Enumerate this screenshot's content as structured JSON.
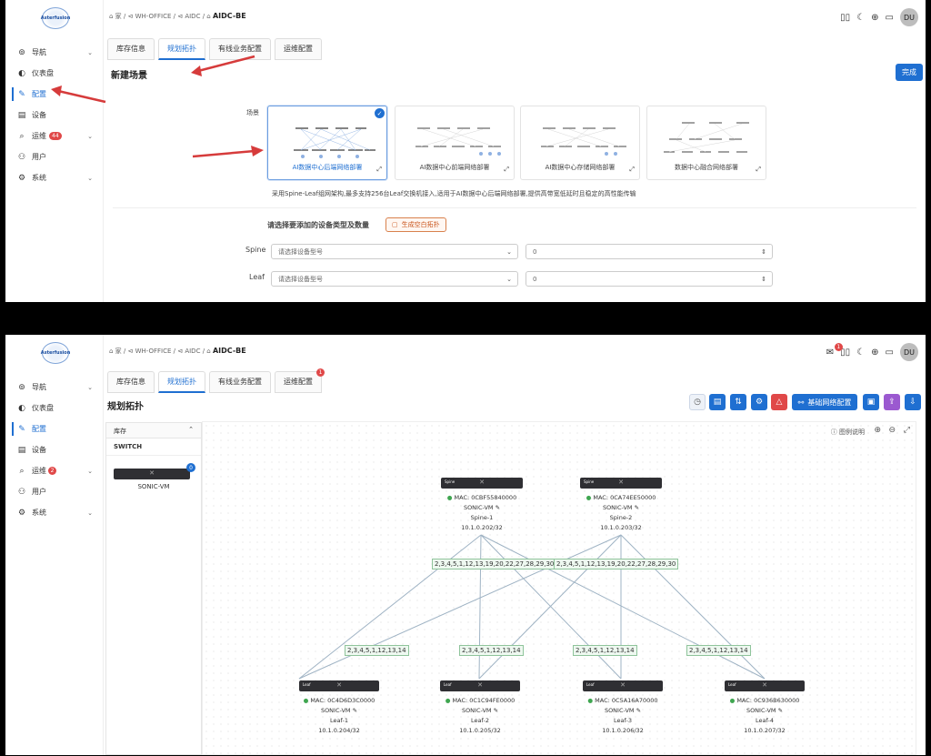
{
  "app": {
    "logo_text": "Asterfusion",
    "avatar": "DU"
  },
  "breadcrumb": {
    "home": "⌂ 家",
    "sep": " / ",
    "l1": "⊲ WH-OFFICE",
    "l2": "⊲ AIDC",
    "current": "AIDC-BE"
  },
  "nav": [
    {
      "label": "导航",
      "icon": "⊚",
      "chev": true
    },
    {
      "label": "仪表盘",
      "icon": "◐",
      "chev": false
    },
    {
      "label": "配置",
      "icon": "✎",
      "chev": false,
      "active": true
    },
    {
      "label": "设备",
      "icon": "▤",
      "chev": false
    },
    {
      "label": "运维",
      "icon": "⌕",
      "chev": true,
      "badge": "44",
      "badge2": "2"
    },
    {
      "label": "用户",
      "icon": "⚇",
      "chev": false
    },
    {
      "label": "系统",
      "icon": "⚙",
      "chev": true
    }
  ],
  "tabs": [
    "库存信息",
    "规划拓扑",
    "有线业务配置",
    "运维配置"
  ],
  "top": {
    "page_title": "新建场景",
    "done_button": "完成",
    "scene_label": "场景",
    "scenes": [
      "AI数据中心后端网络部署",
      "AI数据中心前端网络部署",
      "AI数据中心存储网络部署",
      "数据中心融合网络部署"
    ],
    "description": "采用Spine-Leaf组网架构,最多支持256台Leaf交换机接入,适用于AI数据中心后端网络部署,提供高带宽低延时且稳定的高性能传输",
    "select_prompt": "请选择要添加的设备类型及数量",
    "generate_button": "生成空白拓扑",
    "rows": [
      {
        "label": "Spine",
        "placeholder": "请选择设备型号",
        "count": "0"
      },
      {
        "label": "Leaf",
        "placeholder": "请选择设备型号",
        "count": "0"
      }
    ]
  },
  "bottom": {
    "page_title": "规划拓扑",
    "tab_badge": "1",
    "mail_badge": "1",
    "base_config_button": "基础网络配置",
    "legend": "ⓘ 图例说明",
    "inventory_title": "库存",
    "inventory_group": "SWITCH",
    "inventory_item": "SONIC-VM",
    "inventory_count": "0",
    "spines": [
      {
        "tag": "Spine",
        "mac": "MAC: 0CBF55840000",
        "model": "SONIC-VM",
        "name": "Spine-1",
        "ip": "10.1.0.202/32"
      },
      {
        "tag": "Spine",
        "mac": "MAC: 0CA74EE50000",
        "model": "SONIC-VM",
        "name": "Spine-2",
        "ip": "10.1.0.203/32"
      }
    ],
    "leaves": [
      {
        "tag": "Leaf",
        "mac": "MAC: 0C4D6D3C0000",
        "model": "SONIC-VM",
        "name": "Leaf-1",
        "ip": "10.1.0.204/32"
      },
      {
        "tag": "Leaf",
        "mac": "MAC: 0C1C94FE0000",
        "model": "SONIC-VM",
        "name": "Leaf-2",
        "ip": "10.1.0.205/32"
      },
      {
        "tag": "Leaf",
        "mac": "MAC: 0C5A16A70000",
        "model": "SONIC-VM",
        "name": "Leaf-3",
        "ip": "10.1.0.206/32"
      },
      {
        "tag": "Leaf",
        "mac": "MAC: 0C936B630000",
        "model": "SONIC-VM",
        "name": "Leaf-4",
        "ip": "10.1.0.207/32"
      }
    ],
    "spine_port_label": "2,3,4,5,1,12,13,19,20,22,27,28,29,30",
    "leaf_port_label": "2,3,4,5,1,12,13,14"
  }
}
